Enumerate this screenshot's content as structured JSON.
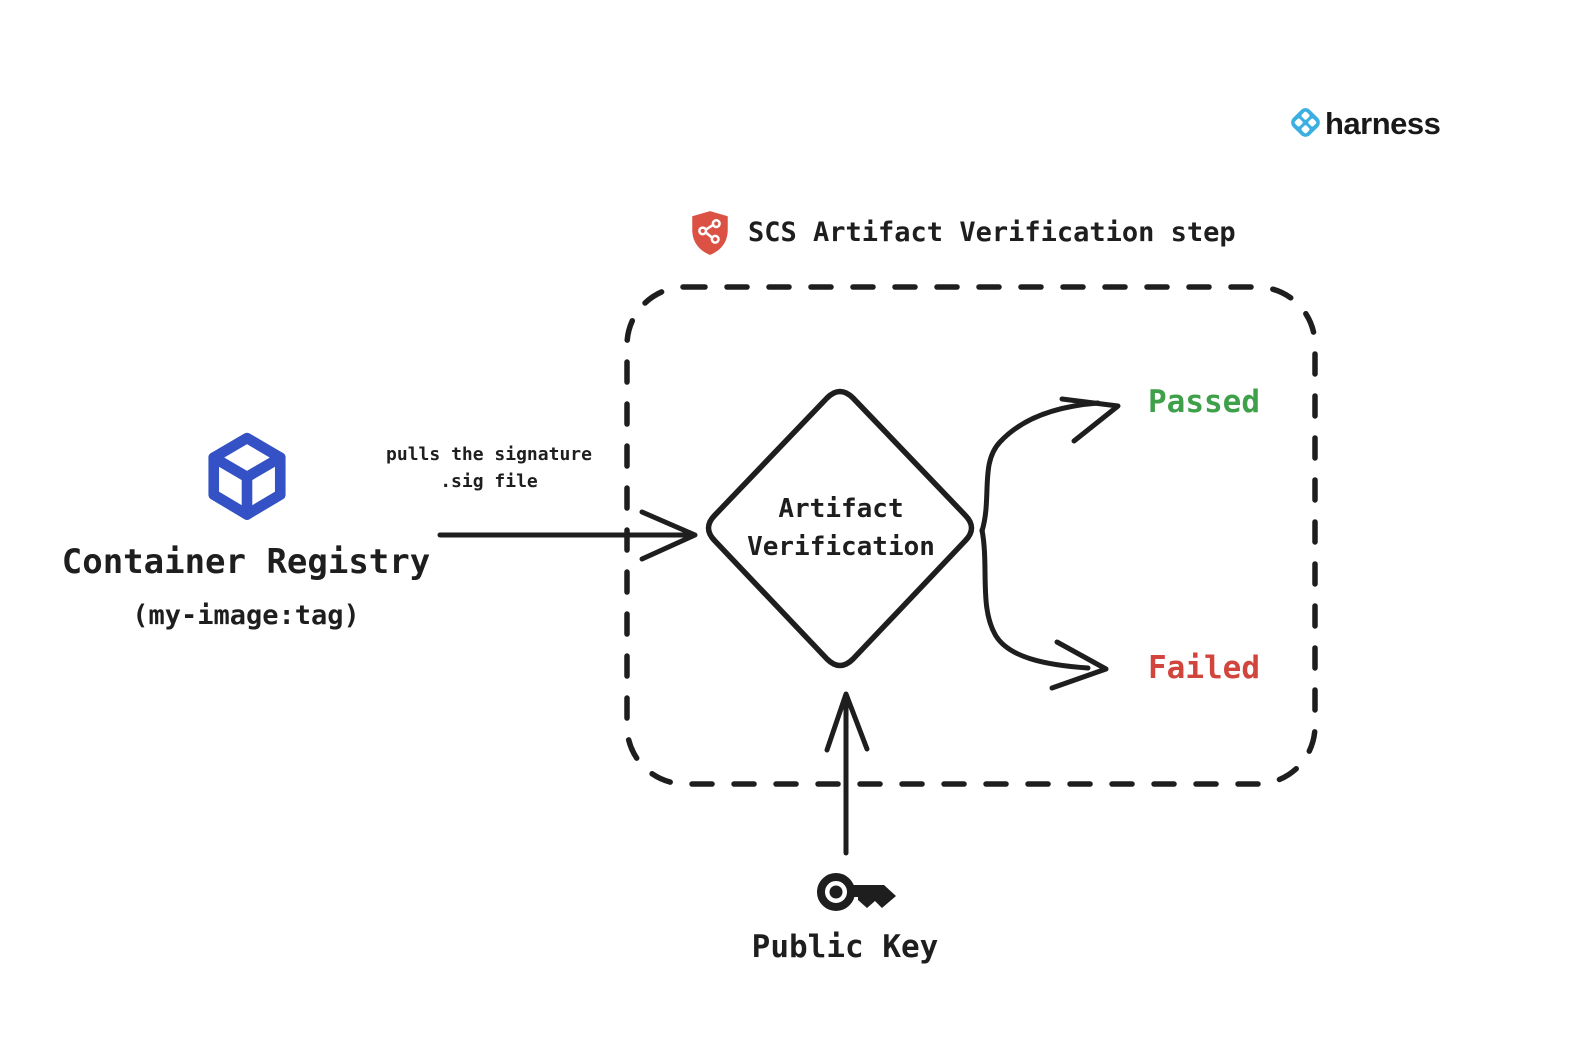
{
  "colors": {
    "ink": "#1e1e1e",
    "background": "#ffffff",
    "registry_blue": "#3452C5",
    "harness_blue": "#3BAEE2",
    "shield_red": "#DB5244",
    "passed_green": "#3FA04A",
    "failed_red": "#D1453C"
  },
  "brand": {
    "name": "harness",
    "icon": "harness-logo-icon"
  },
  "step_group": {
    "icon": "shield-pipeline-icon",
    "title": "SCS Artifact Verification step"
  },
  "registry": {
    "icon": "container-cube-icon",
    "title": "Container Registry",
    "subtitle": "(my-image:tag)"
  },
  "pull_arrow": {
    "label_line1": "pulls the signature",
    "label_line2": ".sig file"
  },
  "decision": {
    "label_line1": "Artifact",
    "label_line2": "Verification"
  },
  "outcomes": {
    "passed_label": "Passed",
    "failed_label": "Failed"
  },
  "public_key": {
    "icon": "key-icon",
    "label": "Public Key"
  }
}
